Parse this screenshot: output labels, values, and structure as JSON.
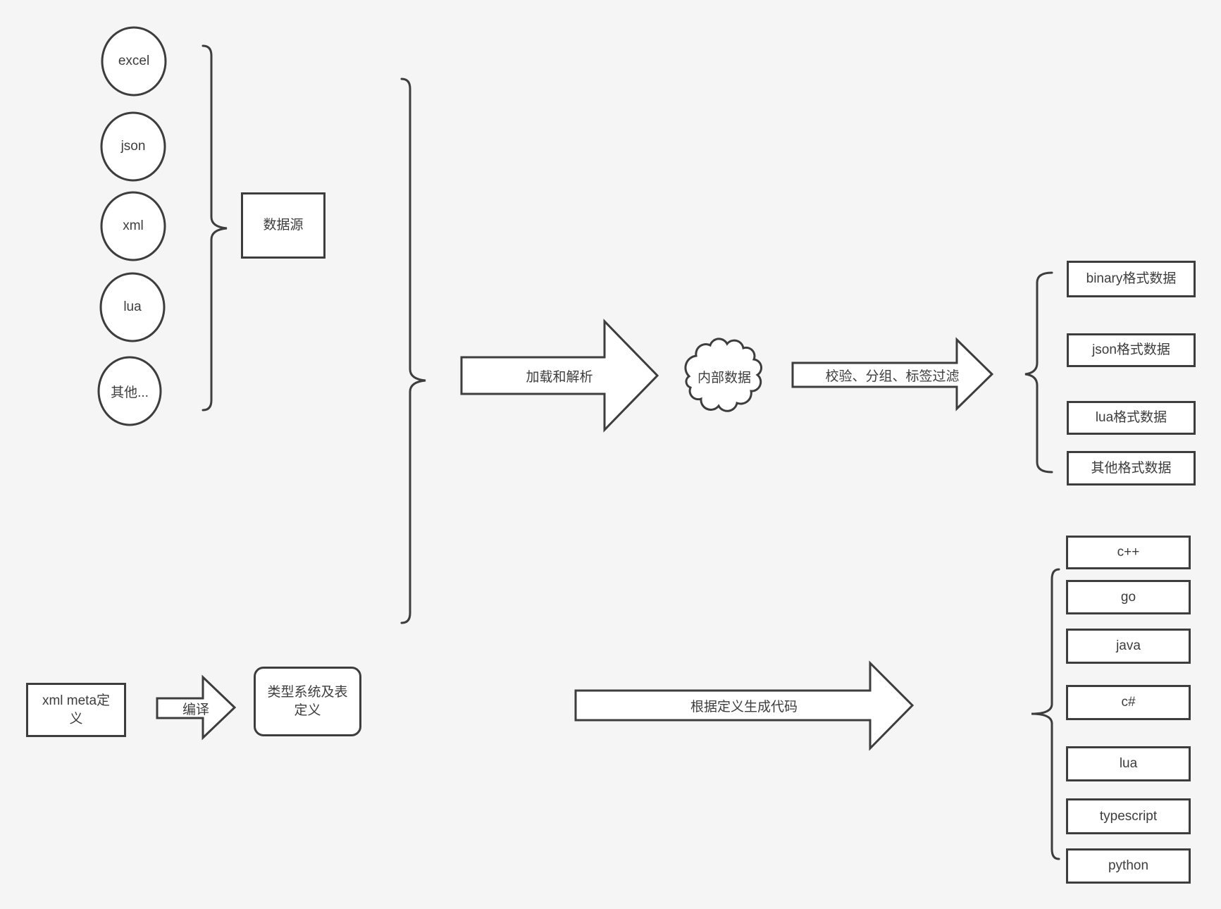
{
  "colors": {
    "background": "#f5f5f5",
    "stroke": "#3d3d3d",
    "node_fill": "#ffffff",
    "text": "#3d3d3d"
  },
  "sources": {
    "group_label": "数据源",
    "items": [
      "excel",
      "json",
      "xml",
      "lua",
      "其他..."
    ]
  },
  "pipeline": {
    "load_arrow_label": "加载和解析",
    "cloud_label": "内部数据",
    "filter_arrow_label": "校验、分组、标签过滤",
    "output_formats": [
      "binary格式数据",
      "json格式数据",
      "lua格式数据",
      "其他格式数据"
    ]
  },
  "codegen": {
    "meta_box_label": "xml meta定义",
    "compile_arrow_label": "编译",
    "type_system_box_label": "类型系统及表定义",
    "codegen_arrow_label": "根据定义生成代码",
    "languages": [
      "c++",
      "go",
      "java",
      "c#",
      "lua",
      "typescript",
      "python"
    ]
  }
}
